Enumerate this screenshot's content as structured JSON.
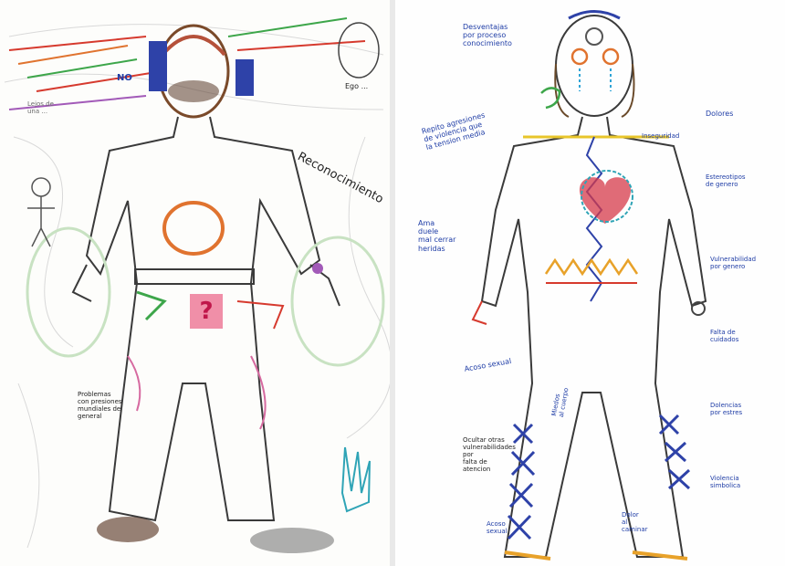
{
  "left_panel": {
    "title_label": "Reconocimiento",
    "badge_text": "NO",
    "question_mark": "?",
    "notes": [
      "Problemas\ncon presiones\nmundiales de\ngeneral",
      "Lejos de\nuna ...",
      "Ego ..."
    ]
  },
  "right_panel": {
    "notes": [
      "Desventajas\npor proceso\nconocimiento",
      "Repito agresiones\nde violencia que\nla tension media",
      "Ama\nduele\nmal cerrar\nheridas",
      "Acoso sexual",
      "Ocultar otras\nvulnerabilidades\npor\nfalta de\natencion",
      "Dolores",
      "Inseguridad",
      "Estereotipos\nde genero",
      "Vulnerabilidad\npor genero",
      "Miedos\nal cuerpo",
      "Falta de\ncuidados",
      "Dolor\nal\ncaminar",
      "Acoso\nsexual",
      "Dolencias\npor estres",
      "Violencia\nsimbolica"
    ]
  },
  "colors": {
    "outline": "#3a3a3a",
    "blue_ink": "#1f3da6",
    "red_ink": "#d63a2e",
    "green_ink": "#3da64a",
    "pink_box": "#f08fa8"
  }
}
